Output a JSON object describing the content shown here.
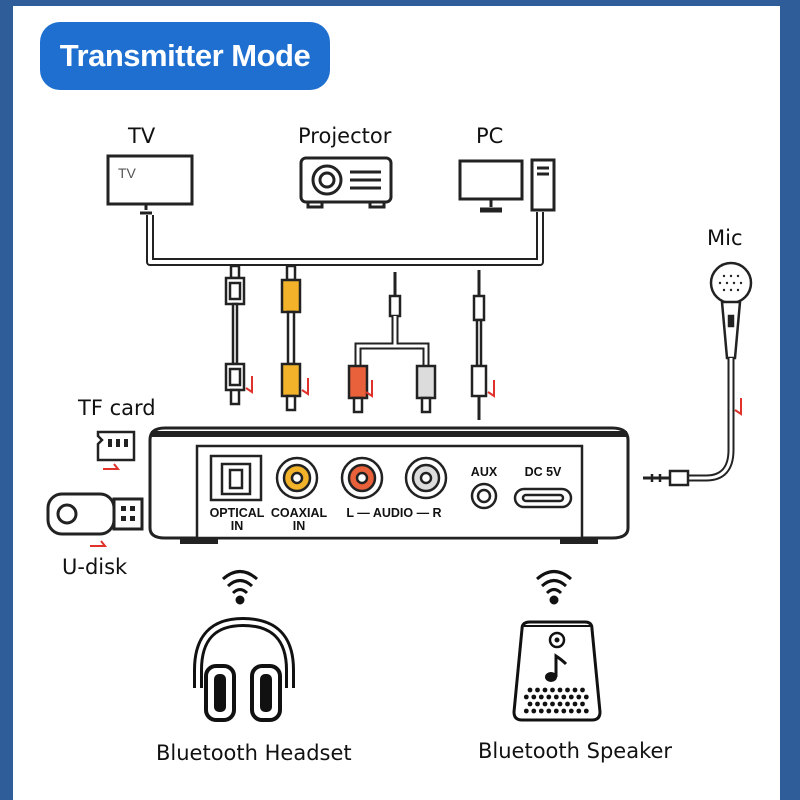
{
  "title": "Transmitter Mode",
  "sources": {
    "tv_label": "TV",
    "tv_screen_text": "TV",
    "projector_label": "Projector",
    "pc_label": "PC"
  },
  "mic_label": "Mic",
  "tf_card_label": "TF card",
  "u_disk_label": "U-disk",
  "ports": {
    "optical": "OPTICAL IN",
    "optical_line1": "OPTICAL",
    "optical_line2": "IN",
    "coaxial_line1": "COAXIAL",
    "coaxial_line2": "IN",
    "audio": "L — AUDIO — R",
    "aux": "AUX",
    "dc": "DC 5V"
  },
  "outputs": {
    "headset_label": "Bluetooth Headset",
    "speaker_label": "Bluetooth Speaker"
  },
  "colors": {
    "title_bg": "#1e6fd0",
    "frame": "#2f5d9a",
    "coaxial_plug": "#f2b32a",
    "audio_left_plug": "#e8613a",
    "audio_right_plug": "#dcdcdc",
    "arrow": "#e0322b"
  }
}
